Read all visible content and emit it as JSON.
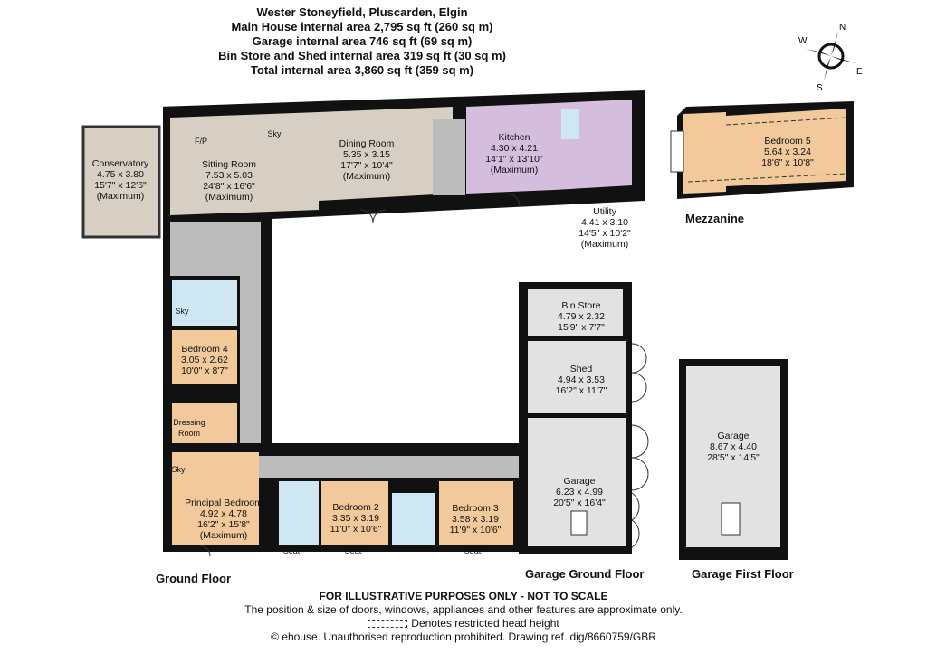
{
  "header": {
    "title": "Wester Stoneyfield, Pluscarden, Elgin",
    "lines": [
      "Main House internal area 2,795 sq ft (260 sq m)",
      "Garage internal area 746 sq ft (69 sq m)",
      "Bin Store and Shed internal area 319 sq ft (30 sq m)",
      "Total internal area 3,860 sq ft (359 sq m)"
    ]
  },
  "compass": {
    "n": "N",
    "e": "E",
    "s": "S",
    "w": "W"
  },
  "colors": {
    "wall": "#111111",
    "reception": "#d7cfc3",
    "kitchen": "#d4bddd",
    "bedroom": "#f1c99a",
    "bathroom": "#cfe6f3",
    "corridor": "#bcbcbc",
    "garage": "#e2e2e2"
  },
  "rooms": {
    "conservatory": {
      "name": "Conservatory",
      "metric": "4.75 x 3.80",
      "imperial": "15'7\" x 12'6\"",
      "note": "(Maximum)"
    },
    "sitting": {
      "name": "Sitting Room",
      "metric": "7.53 x 5.03",
      "imperial": "24'8\" x 16'6\"",
      "note": "(Maximum)"
    },
    "dining": {
      "name": "Dining Room",
      "metric": "5.35 x 3.15",
      "imperial": "17'7\" x 10'4\"",
      "note": "(Maximum)"
    },
    "kitchen": {
      "name": "Kitchen",
      "metric": "4.30 x 4.21",
      "imperial": "14'1\" x 13'10\"",
      "note": "(Maximum)"
    },
    "utility": {
      "name": "Utility",
      "metric": "4.41 x 3.10",
      "imperial": "14'5\" x 10'2\"",
      "note": "(Maximum)"
    },
    "bedroom5": {
      "name": "Bedroom 5",
      "metric": "5.64 x 3.24",
      "imperial": "18'6\" x 10'8\""
    },
    "bedroom4": {
      "name": "Bedroom 4",
      "metric": "3.05 x 2.62",
      "imperial": "10'0\" x 8'7\""
    },
    "dressing": {
      "name": "Dressing",
      "name2": "Room"
    },
    "principal": {
      "name": "Principal Bedroom",
      "metric": "4.92 x 4.78",
      "imperial": "16'2\" x 15'8\"",
      "note": "(Maximum)"
    },
    "bedroom2": {
      "name": "Bedroom 2",
      "metric": "3.35 x 3.19",
      "imperial": "11'0\" x 10'6\""
    },
    "bedroom3": {
      "name": "Bedroom 3",
      "metric": "3.58 x 3.19",
      "imperial": "11'9\" x 10'6\""
    },
    "binstore": {
      "name": "Bin Store",
      "metric": "4.79 x 2.32",
      "imperial": "15'9\" x 7'7\""
    },
    "shed": {
      "name": "Shed",
      "metric": "4.94 x 3.53",
      "imperial": "16'2\" x 11'7\""
    },
    "garage_ground": {
      "name": "Garage",
      "metric": "6.23 x 4.99",
      "imperial": "20'5\" x 16'4\""
    },
    "garage_first": {
      "name": "Garage",
      "metric": "8.67 x 4.40",
      "imperial": "28'5\" x 14'5\""
    }
  },
  "features": {
    "fp": "F/P",
    "sky": "Sky",
    "seat": "Seat"
  },
  "floors": {
    "mezzanine": "Mezzanine",
    "ground": "Ground Floor",
    "garage_ground": "Garage Ground Floor",
    "garage_first": "Garage First Floor"
  },
  "footer": {
    "disclaimer": "FOR ILLUSTRATIVE PURPOSES ONLY - NOT TO SCALE",
    "note": "The position & size of doors, windows, appliances and other features are approximate only.",
    "legend": "Denotes restricted head height",
    "copyright": "© ehouse. Unauthorised reproduction prohibited. Drawing ref. dig/8660759/GBR"
  }
}
